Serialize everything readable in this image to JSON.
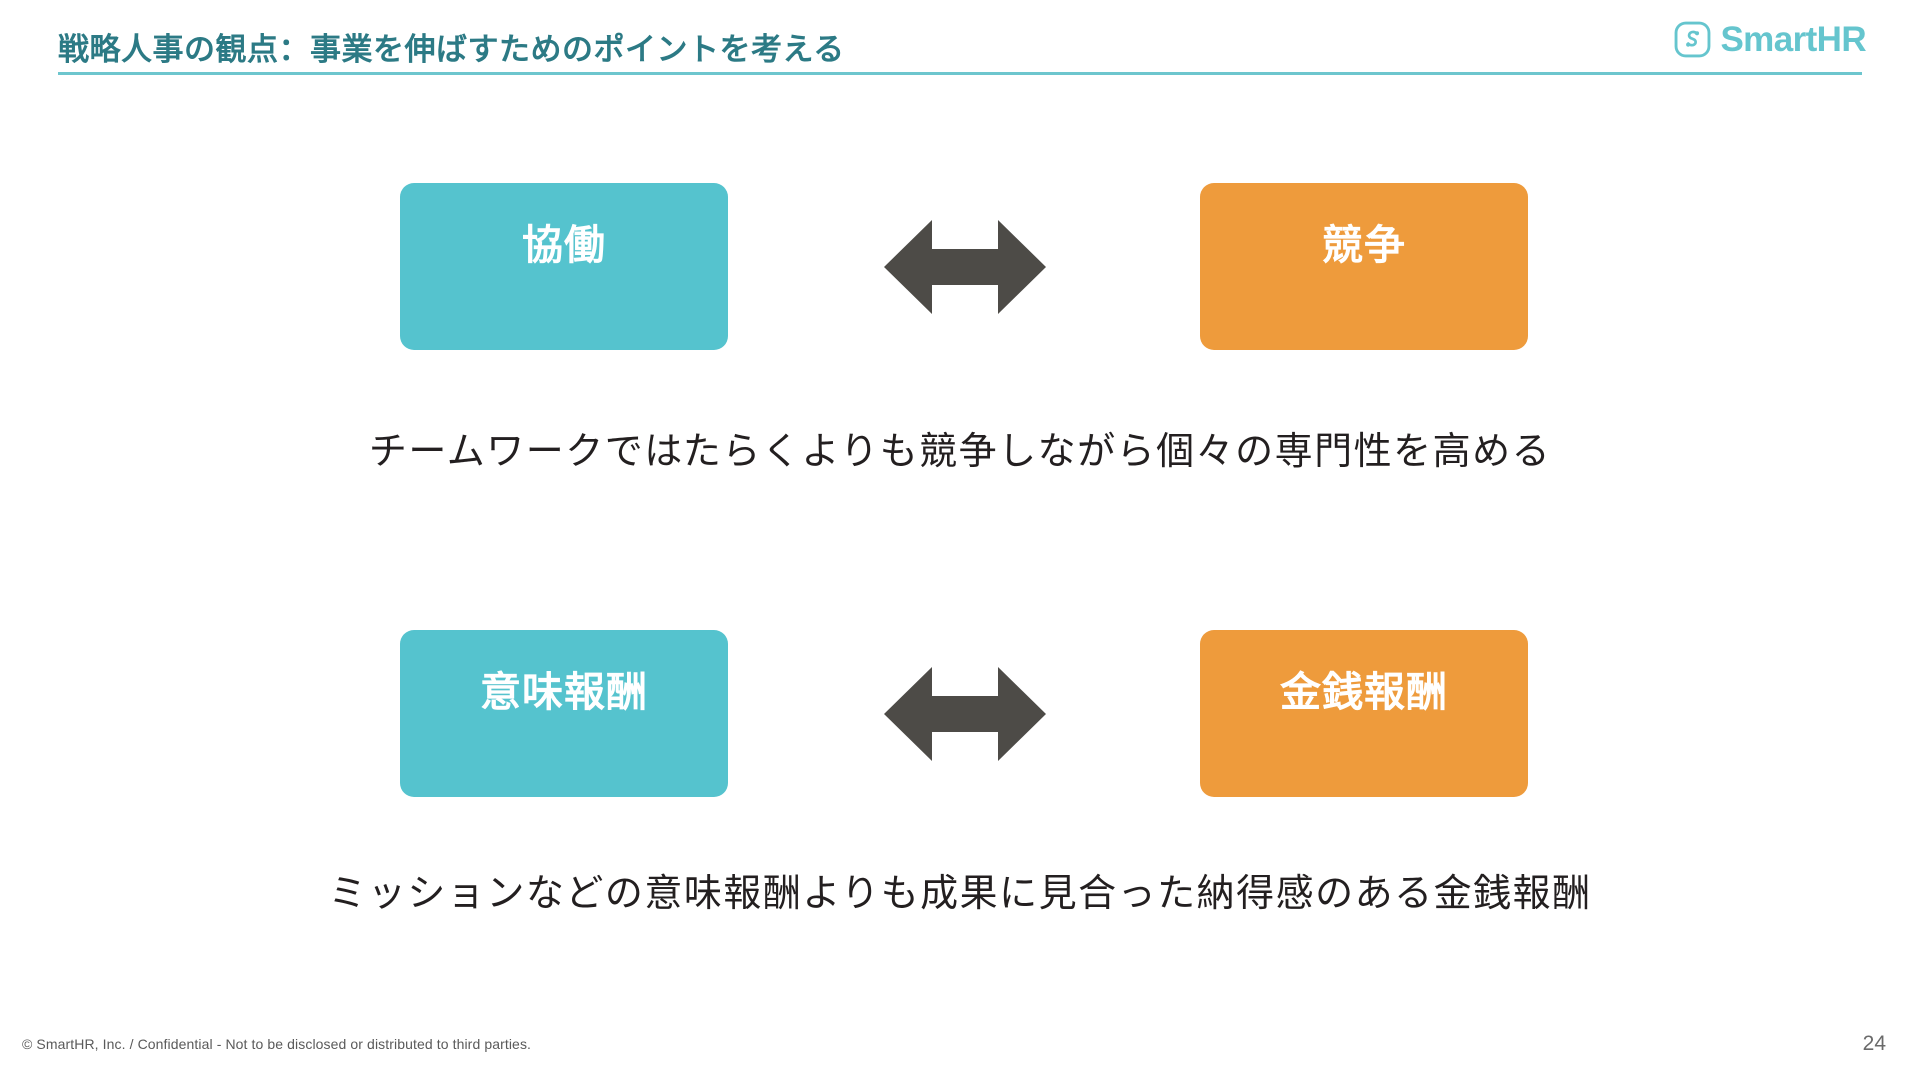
{
  "header": {
    "title": "戦略人事の観点：事業を伸ばすためのポイントを考える",
    "rule_color": "#6DC6CE",
    "title_color": "#2C7A85"
  },
  "logo": {
    "wordmark": "SmartHR",
    "mark_name": "smarthr-s-mark",
    "color": "#65C5CE"
  },
  "main": {
    "rows": [
      {
        "left_box": {
          "label": "協働",
          "color": "#55C3CE"
        },
        "arrow": {
          "name": "double-headed-arrow",
          "color": "#4D4B47"
        },
        "right_box": {
          "label": "競争",
          "color": "#EE9B3C"
        },
        "caption": "チームワークではたらくよりも競争しながら個々の専門性を高める"
      },
      {
        "left_box": {
          "label": "意味報酬",
          "color": "#55C3CE"
        },
        "arrow": {
          "name": "double-headed-arrow",
          "color": "#4D4B47"
        },
        "right_box": {
          "label": "金銭報酬",
          "color": "#EE9B3C"
        },
        "caption": "ミッションなどの意味報酬よりも成果に見合った納得感のある金銭報酬"
      }
    ]
  },
  "footer": {
    "copyright": "© SmartHR, Inc. / Confidential - Not to be disclosed or distributed to third parties.",
    "page_number": "24"
  }
}
